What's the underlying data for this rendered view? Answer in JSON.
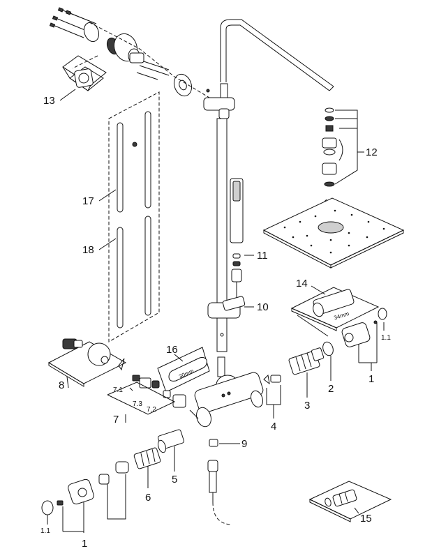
{
  "labels": {
    "l1": "1",
    "l1_1": "1.1",
    "l1b": "1",
    "l1_1b": "1.1",
    "l2": "2",
    "l3": "3",
    "l4": "4",
    "l5": "5",
    "l6": "6",
    "l7": "7",
    "l7_1": "7.1",
    "l7_2": "7.2",
    "l7_3": "7.3",
    "l8": "8",
    "l9": "9",
    "l10": "10",
    "l11": "11",
    "l12": "12",
    "l13": "13",
    "l14": "14",
    "l15": "15",
    "l16": "16",
    "l17": "17",
    "l18": "18"
  },
  "tool_marks": {
    "wrench": "30mm",
    "sleeve": "34mm"
  }
}
